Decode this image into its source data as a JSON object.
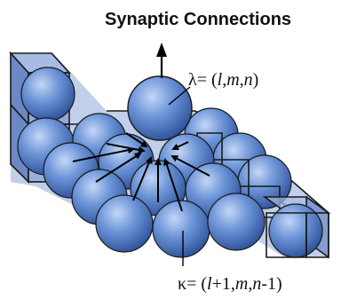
{
  "diagram": {
    "title": "Synaptic Connections",
    "target_label": {
      "symbol": "λ",
      "equals": "= (",
      "l": "l",
      "comma1": ",",
      "m": "m",
      "comma2": ",",
      "n": "n",
      "close": ")"
    },
    "source_label": {
      "symbol": "κ",
      "equals": "= (",
      "l": "l",
      "plus": "+1,",
      "m": "m",
      "comma": ",",
      "n": "n",
      "minus": "-1)"
    },
    "colors": {
      "sphere_light": "#b9cdf2",
      "sphere_mid": "#5b86cf",
      "sphere_dark": "#2c4f96",
      "cube_fill": "#7e97cf",
      "cube_stroke": "#1a1a1a",
      "arrow": "#000000"
    }
  }
}
